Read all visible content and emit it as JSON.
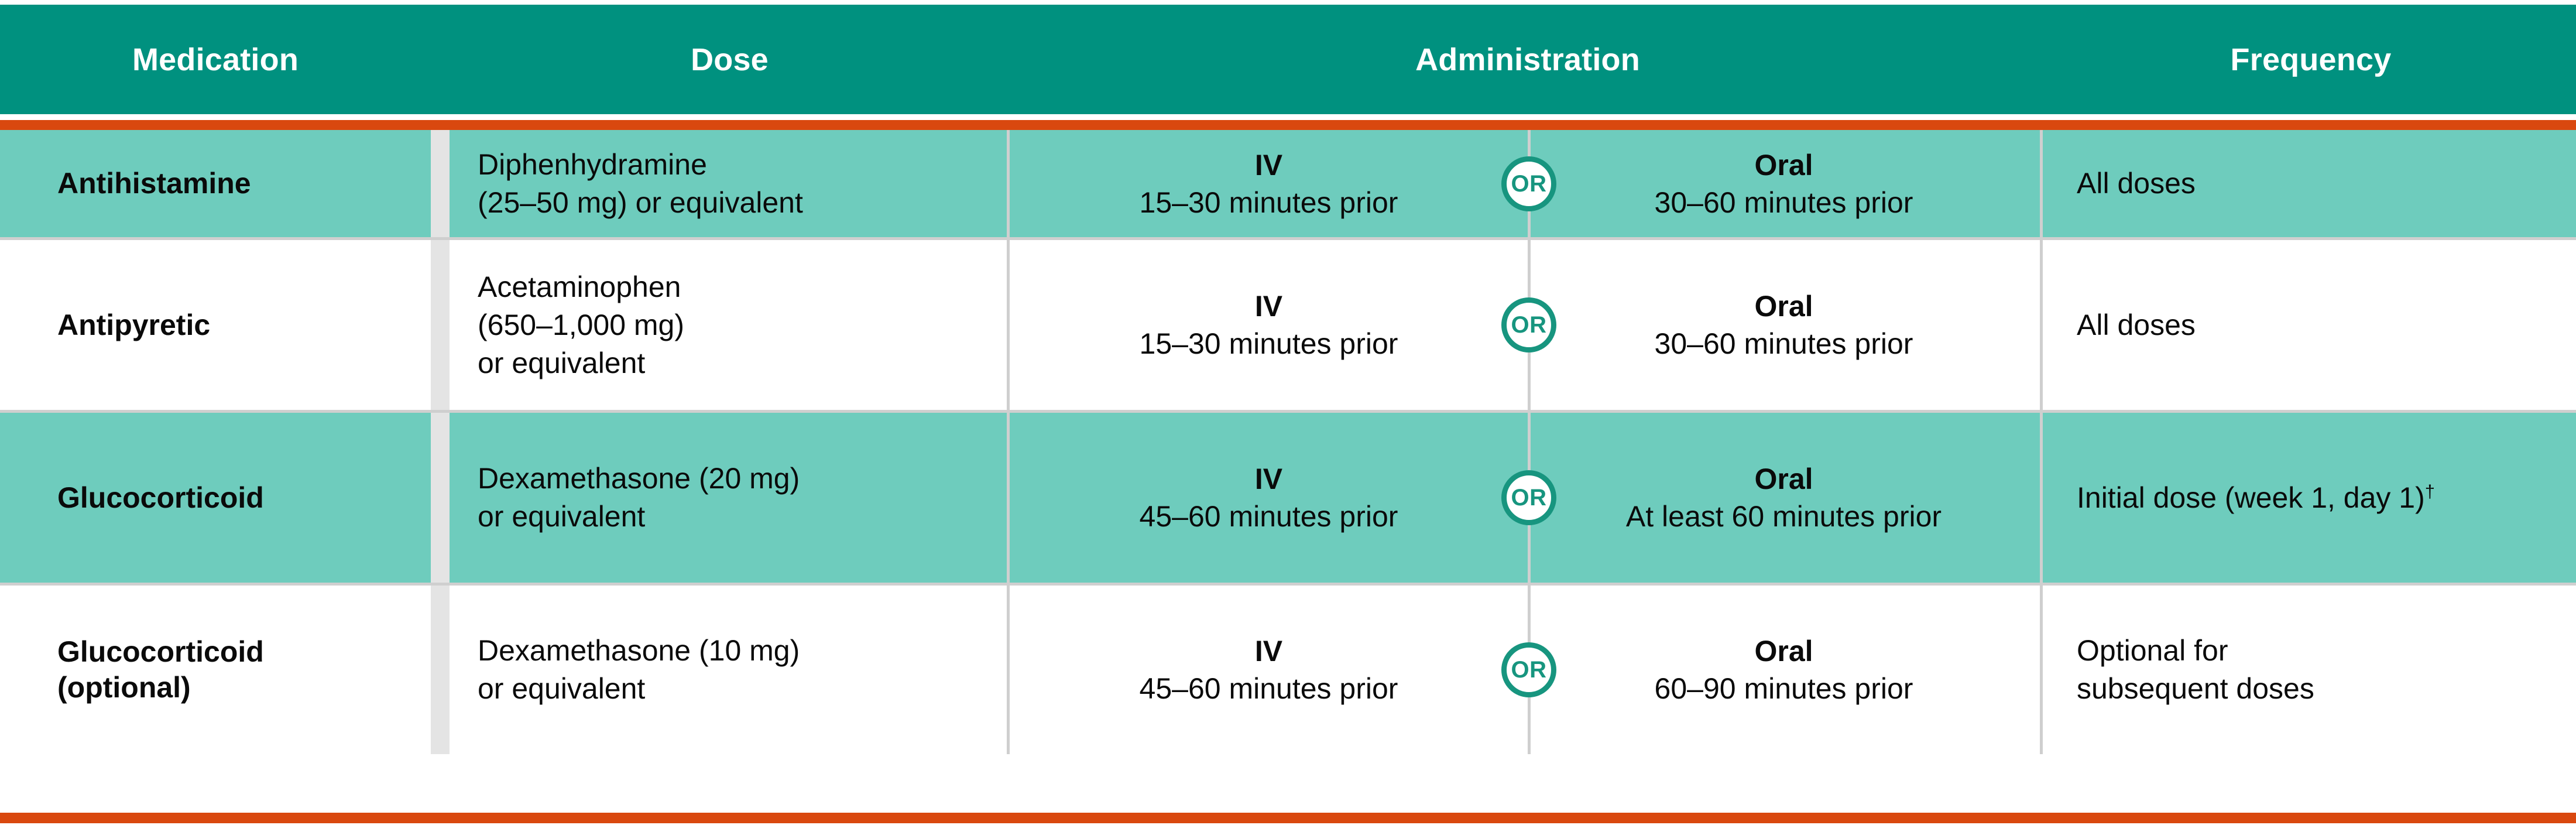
{
  "table": {
    "columns": [
      {
        "key": "medication",
        "label": "Medication"
      },
      {
        "key": "dose",
        "label": "Dose"
      },
      {
        "key": "administration",
        "label": "Administration"
      },
      {
        "key": "frequency",
        "label": "Frequency"
      }
    ],
    "or_separator_label": "OR",
    "colors": {
      "header_background": "#00917F",
      "header_text": "#FFFFFF",
      "accent_rule": "#D9480F",
      "row_shaded_background": "#6ECCBD",
      "row_plain_background": "#FFFFFF",
      "grid_line": "#CFCFCF",
      "column_gap": "#E4E4E4",
      "or_badge_border": "#17957F",
      "or_badge_text": "#17957F",
      "body_text": "#0A0A0A"
    },
    "rows": [
      {
        "shaded": true,
        "medication": "Antihistamine",
        "dose_lines": [
          "Diphenhydramine",
          "(25–50 mg) or equivalent"
        ],
        "iv_route": "IV",
        "iv_timing": "15–30 minutes prior",
        "or_label": "OR",
        "oral_route": "Oral",
        "oral_timing": "30–60 minutes prior",
        "frequency": "All doses",
        "frequency_marker": ""
      },
      {
        "shaded": false,
        "medication": "Antipyretic",
        "dose_lines": [
          "Acetaminophen",
          "(650–1,000 mg)",
          "or equivalent"
        ],
        "iv_route": "IV",
        "iv_timing": "15–30 minutes prior",
        "or_label": "OR",
        "oral_route": "Oral",
        "oral_timing": "30–60 minutes prior",
        "frequency": "All doses",
        "frequency_marker": ""
      },
      {
        "shaded": true,
        "medication": "Glucocorticoid",
        "dose_lines": [
          "Dexamethasone (20 mg)",
          "or equivalent"
        ],
        "iv_route": "IV",
        "iv_timing": "45–60 minutes prior",
        "or_label": "OR",
        "oral_route": "Oral",
        "oral_timing": "At least 60 minutes prior",
        "frequency": "Initial dose (week 1, day 1)",
        "frequency_marker": "†"
      },
      {
        "shaded": false,
        "medication_lines": [
          "Glucocorticoid",
          "(optional)"
        ],
        "medication": "Glucocorticoid (optional)",
        "dose_lines": [
          "Dexamethasone (10 mg)",
          "or equivalent"
        ],
        "iv_route": "IV",
        "iv_timing": "45–60 minutes prior",
        "or_label": "OR",
        "oral_route": "Oral",
        "oral_timing": "60–90 minutes prior",
        "frequency_lines": [
          "Optional for",
          "subsequent doses"
        ],
        "frequency": "Optional for subsequent doses",
        "frequency_marker": ""
      }
    ]
  }
}
